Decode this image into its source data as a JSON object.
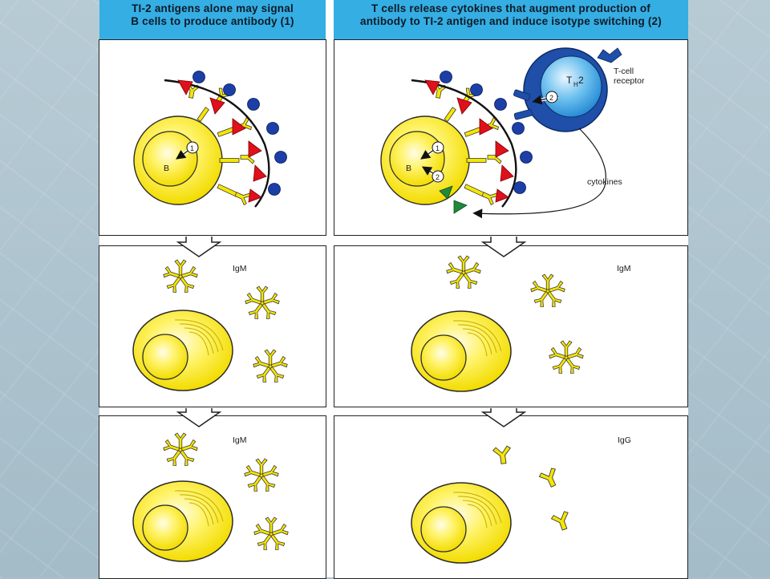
{
  "headers": {
    "left": {
      "line1": "TI-2 antigens alone may signal",
      "line2": "B cells to produce antibody (1)"
    },
    "right": {
      "line1": "T cells release cytokines that augment production of",
      "line2": "antibody to TI-2 antigen and induce isotype switching (2)"
    }
  },
  "labels": {
    "b_cell_left": "B",
    "b_cell_right": "B",
    "th2_main": "T",
    "th2_sub": "H",
    "th2_num": "2",
    "signal_1": "1",
    "signal_2": "2",
    "tcell_receptor_line1": "T-cell",
    "tcell_receptor_line2": "receptor",
    "cytokines": "cytokines",
    "igm_left_mid": "IgM",
    "igm_right_mid": "IgM",
    "igm_left_bottom": "IgM",
    "igg_right_bottom": "IgG"
  },
  "colors": {
    "header": "#35aee4",
    "b_cell": "#f5e400",
    "t_cell": "#1f4fa8",
    "antigen_triangle": "#e0101c",
    "antigen_ball": "#1b3fa6",
    "cytokine": "#1f8a3a"
  }
}
